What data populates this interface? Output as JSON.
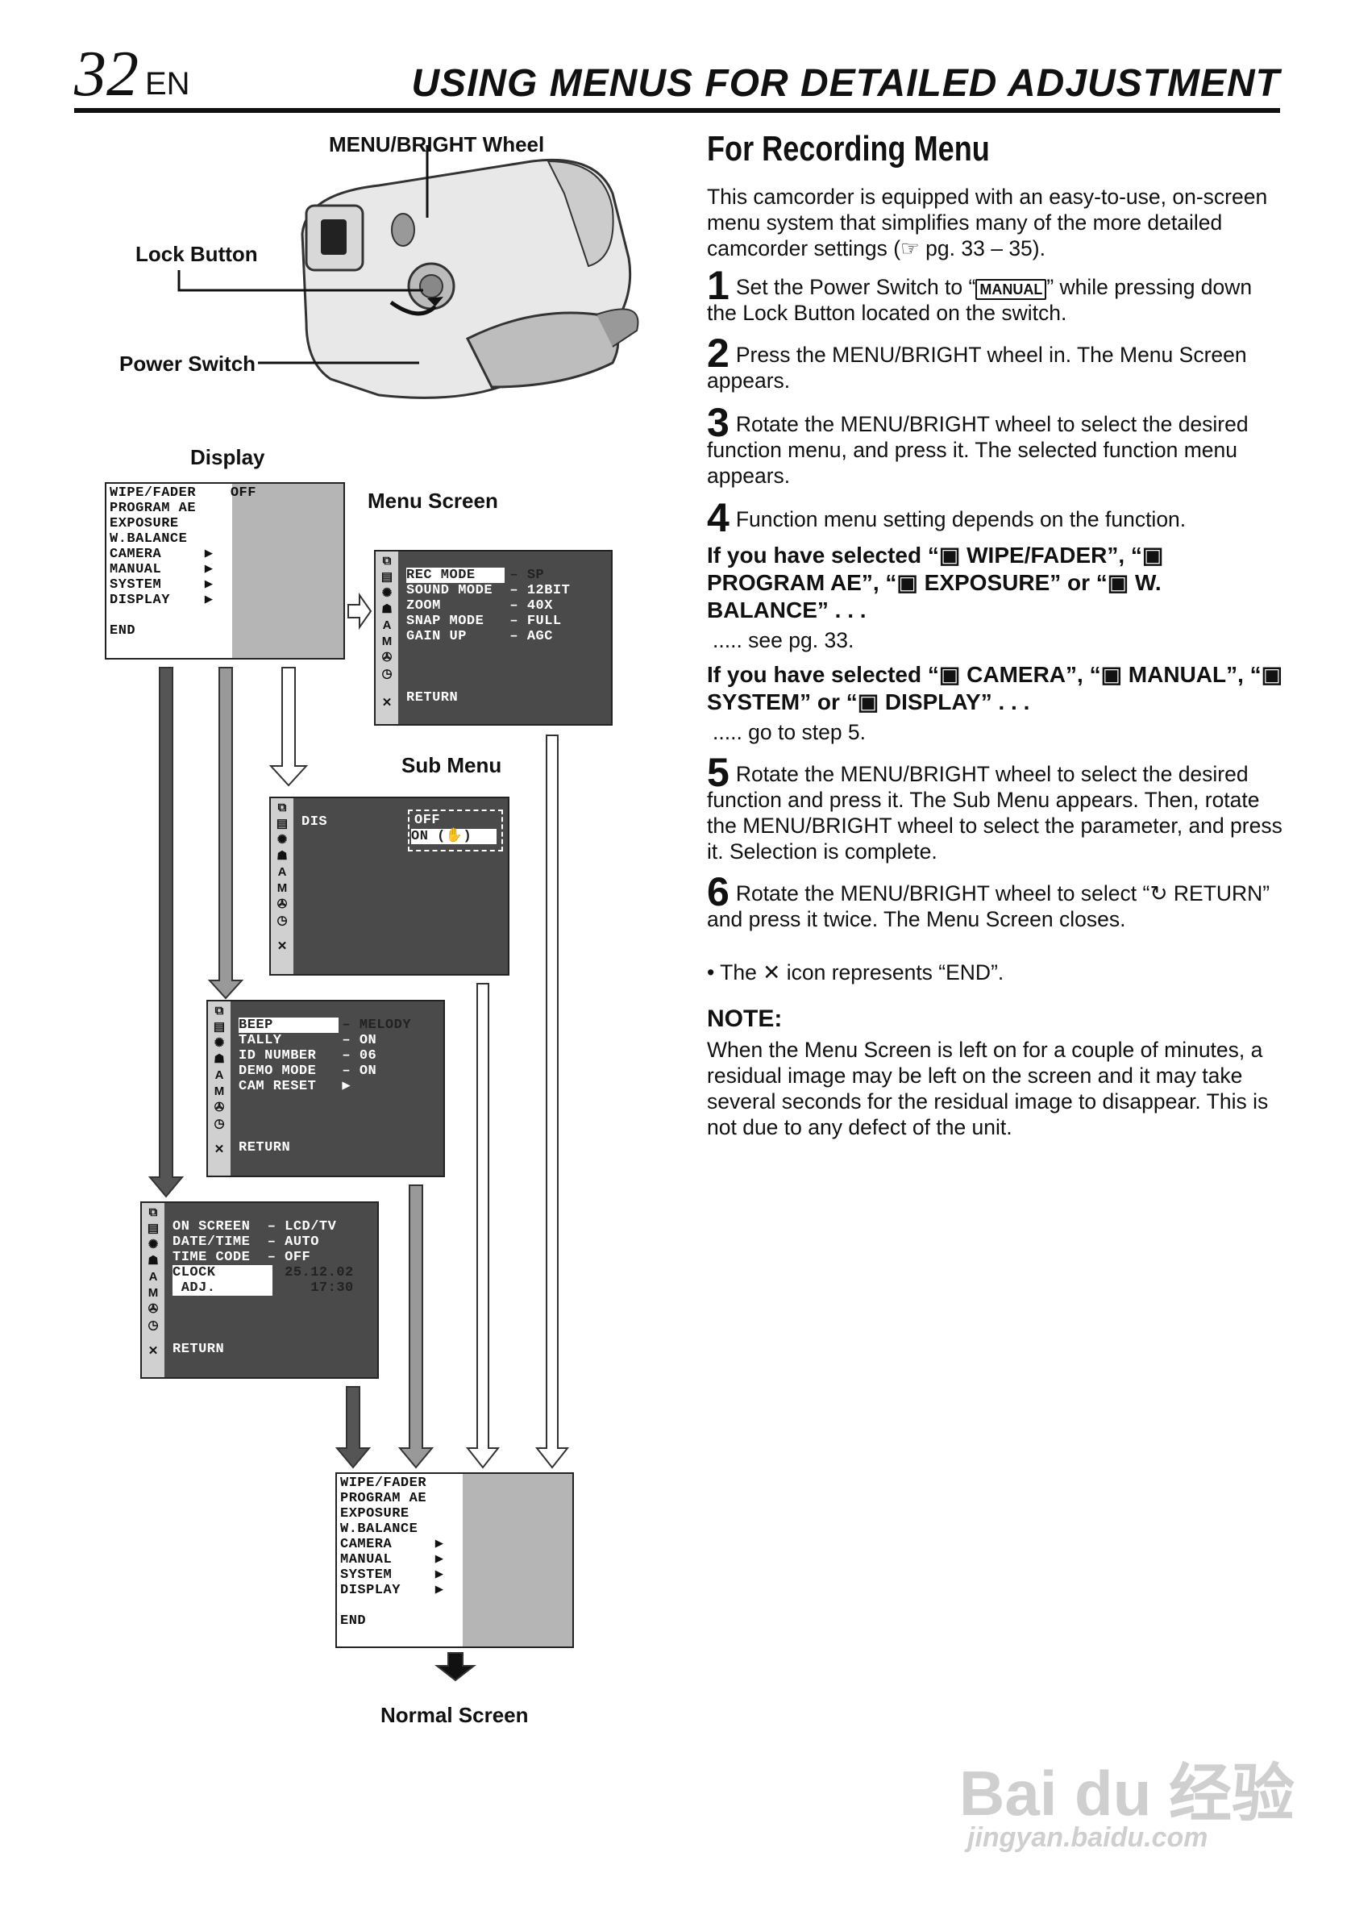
{
  "header": {
    "page_number": "32",
    "lang": "EN",
    "title": "USING MENUS FOR DETAILED ADJUSTMENT"
  },
  "diagram": {
    "label_wheel": "MENU/BRIGHT Wheel",
    "label_lock": "Lock Button",
    "label_power": "Power Switch",
    "label_display": "Display",
    "label_menu_screen": "Menu Screen",
    "label_sub_menu": "Sub Menu",
    "label_normal": "Normal Screen",
    "display_menu": [
      "WIPE/FADER    OFF",
      "PROGRAM AE",
      "EXPOSURE",
      "W.BALANCE",
      "CAMERA     ▶",
      "MANUAL     ▶",
      "SYSTEM     ▶",
      "DISPLAY    ▶",
      "",
      "END"
    ],
    "manual_menu": [
      "REC MODE    – SP",
      "SOUND MODE  – 12BIT",
      "ZOOM        – 40X",
      "SNAP MODE   – FULL",
      "GAIN UP     – AGC",
      "",
      "",
      "RETURN"
    ],
    "sub_menu": {
      "item": "DIS",
      "opt1": "OFF",
      "opt2": "ON (✋)"
    },
    "system_menu": [
      "BEEP        – MELODY",
      "TALLY       – ON",
      "ID NUMBER   – 06",
      "DEMO MODE   – ON",
      "CAM RESET   ▶",
      "",
      "RETURN"
    ],
    "display_sub": [
      "ON SCREEN  – LCD/TV",
      "DATE/TIME  – AUTO",
      "TIME CODE  – OFF",
      "CLOCK        25.12.02",
      " ADJ.           17:30",
      "",
      "RETURN"
    ],
    "final_menu": [
      "WIPE/FADER",
      "PROGRAM AE",
      "EXPOSURE",
      "W.BALANCE",
      "CAMERA     ▶",
      "MANUAL     ▶",
      "SYSTEM     ▶",
      "DISPLAY    ▶",
      "",
      "END"
    ]
  },
  "content": {
    "heading": "For Recording Menu",
    "intro": "This camcorder is equipped with an easy-to-use, on-screen menu system that simplifies many of the more detailed camcorder settings (☞ pg. 33 – 35).",
    "step1_a": "Set the Power Switch to “",
    "step1_box": "MANUAL",
    "step1_b": "” while pressing down the Lock Button located on the switch.",
    "step2": "Press the MENU/BRIGHT wheel in. The Menu Screen appears.",
    "step3": "Rotate the MENU/BRIGHT wheel to select the desired function menu, and press it. The selected function menu appears.",
    "step4": "Function menu setting depends on the function.",
    "sel1": "If you have selected “▣ WIPE/FADER”, “▣ PROGRAM AE”, “▣ EXPOSURE” or “▣ W. BALANCE” . . .",
    "sel1_see": "..... see pg. 33.",
    "sel2": "If you have selected “▣ CAMERA”, “▣ MANUAL”, “▣ SYSTEM” or “▣ DISPLAY” . . .",
    "sel2_go": "..... go to step 5.",
    "step5": "Rotate the MENU/BRIGHT wheel to select the desired function and press it. The Sub Menu appears. Then, rotate the MENU/BRIGHT wheel to select the parameter, and press it. Selection is complete.",
    "step6": "Rotate the MENU/BRIGHT wheel to select “↻ RETURN” and press it twice. The Menu Screen closes.",
    "bullet": "• The ✕ icon represents “END”.",
    "note_title": "NOTE:",
    "note_text": "When the Menu Screen is left on for a couple of minutes, a residual image may be left on the screen and it may take several seconds for the residual image to disappear. This is not due to any defect of the unit."
  },
  "watermark": {
    "brand": "Bai du 经验",
    "url": "jingyan.baidu.com"
  }
}
